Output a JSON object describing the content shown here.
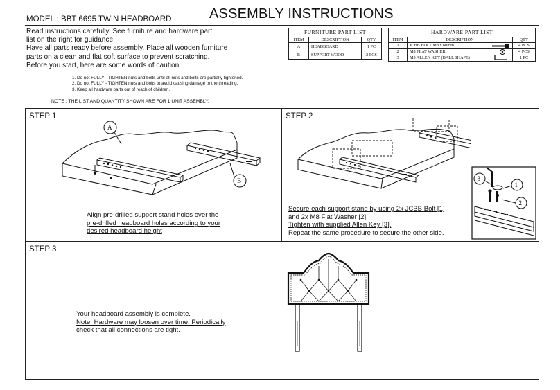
{
  "header": {
    "model": "MODEL : BBT 6695 TWIN HEADBOARD",
    "title": "ASSEMBLY INSTRUCTIONS"
  },
  "intro": {
    "lines": [
      "Read instructions carefully. See furniture and hardware part",
      "list on the right for guidance.",
      "Have all parts ready before assembly. Place all wooden furniture",
      "parts on a clean and flat soft surface to prevent  scratching.",
      "Before you start, here are some words of caution:"
    ]
  },
  "cautions": [
    "1. Do not FULLY - TIGHTEN nuts and bolts until all nuts and bolts are partially tightened.",
    "2. Do not FULLY - TIGHTEN nuts and bolts to avoid causing damage to the threading.",
    "3. Keep all hardware parts out of reach of children."
  ],
  "note": "NOTE : THE LIST AND QUANTITY SHOWN ARE FOR 1 UNIT ASSEMBLY.",
  "furniture_table": {
    "caption": "FURNITURE PART LIST",
    "headers": [
      "ITEM",
      "DESCRIPTION",
      "QTY"
    ],
    "rows": [
      [
        "A",
        "HEADBOARD",
        "1 PC"
      ],
      [
        "B",
        "SUPPORT WOOD",
        "2 PCS"
      ]
    ]
  },
  "hardware_table": {
    "caption": "HARDWARE PART LIST",
    "headers": [
      "ITEM",
      "DESCRIPTION",
      "QTY"
    ],
    "rows": [
      [
        "1",
        "JCBB BOLT M8 x 60mm",
        "4 PCS"
      ],
      [
        "2",
        "M8 FLAT WASHER",
        "4 PCS"
      ],
      [
        "3",
        "M5  ALLEN KEY (BALL SHAPE)",
        "1 PC"
      ]
    ]
  },
  "step1": {
    "label": "STEP 1",
    "callouts": [
      "A",
      "B"
    ],
    "caption": [
      "Align pre-drilled support stand holes over the",
      "pre-drilled headboard holes according to your",
      "desired headboard height"
    ]
  },
  "step2": {
    "label": "STEP 2",
    "callouts": [
      "3",
      "1",
      "2"
    ],
    "caption": [
      "Secure each support stand by using 2x JCBB Bolt [1]",
      "and 2x M8 Flat Washer [2].",
      "Tighten with supplied Allen Key [3].",
      "Repeat the same procedure to secure the other side."
    ]
  },
  "step3": {
    "label": "STEP 3",
    "caption": [
      "Your headboard assembly is complete.",
      "Note: Hardware may loosen over time. Periodically",
      "check that all connections are tight."
    ]
  }
}
